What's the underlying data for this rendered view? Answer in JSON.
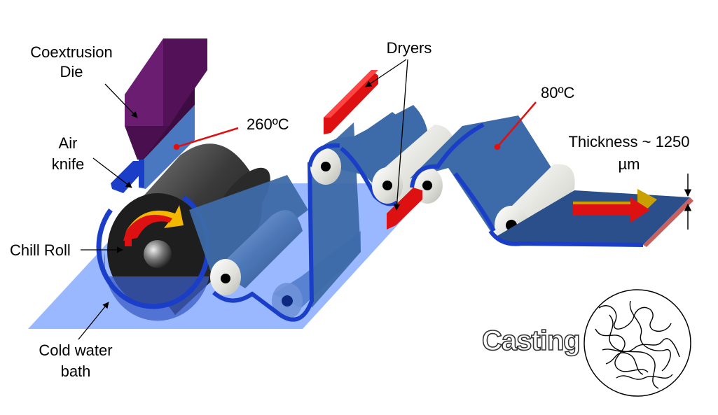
{
  "labels": {
    "coextrusion_die_line1": "Coextrusion",
    "coextrusion_die_line2": "Die",
    "air_knife_line1": "Air",
    "air_knife_line2": "knife",
    "chill_roll": "Chill Roll",
    "cold_water_bath_line1": "Cold water",
    "cold_water_bath_line2": "bath",
    "temp_die": "260ºC",
    "dryers": "Dryers",
    "temp_dryer": "80ºC",
    "thickness_line1": "Thickness ~ 1250",
    "thickness_line2": "µm",
    "process_name": "Casting"
  },
  "colors": {
    "die": "#5a1560",
    "air_knife": "#1a3ec8",
    "film": "#3d6aa8",
    "film_edge": "#1a3ec8",
    "water_bath": "#8fb0ff",
    "chill_roll": "#222222",
    "guide_roll": "#e8e8e2",
    "dryer": "#dd1111",
    "arrow_gold": "#f4b800",
    "arrow_red": "#dd1111",
    "leader_red": "#e01010"
  }
}
